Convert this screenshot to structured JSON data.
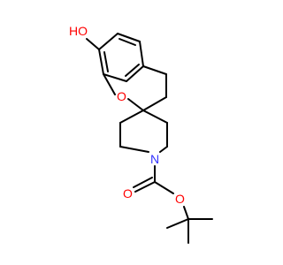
{
  "molecule": {
    "atoms": {
      "hydroxyl_o": "HO",
      "ring_o": "O",
      "carbonyl_o": "O",
      "ester_o": "O",
      "piperidine_n": "N"
    },
    "colors": {
      "bond": "#000000",
      "oxygen": "#ff0000",
      "nitrogen": "#3333ff",
      "background": "#ffffff"
    }
  }
}
